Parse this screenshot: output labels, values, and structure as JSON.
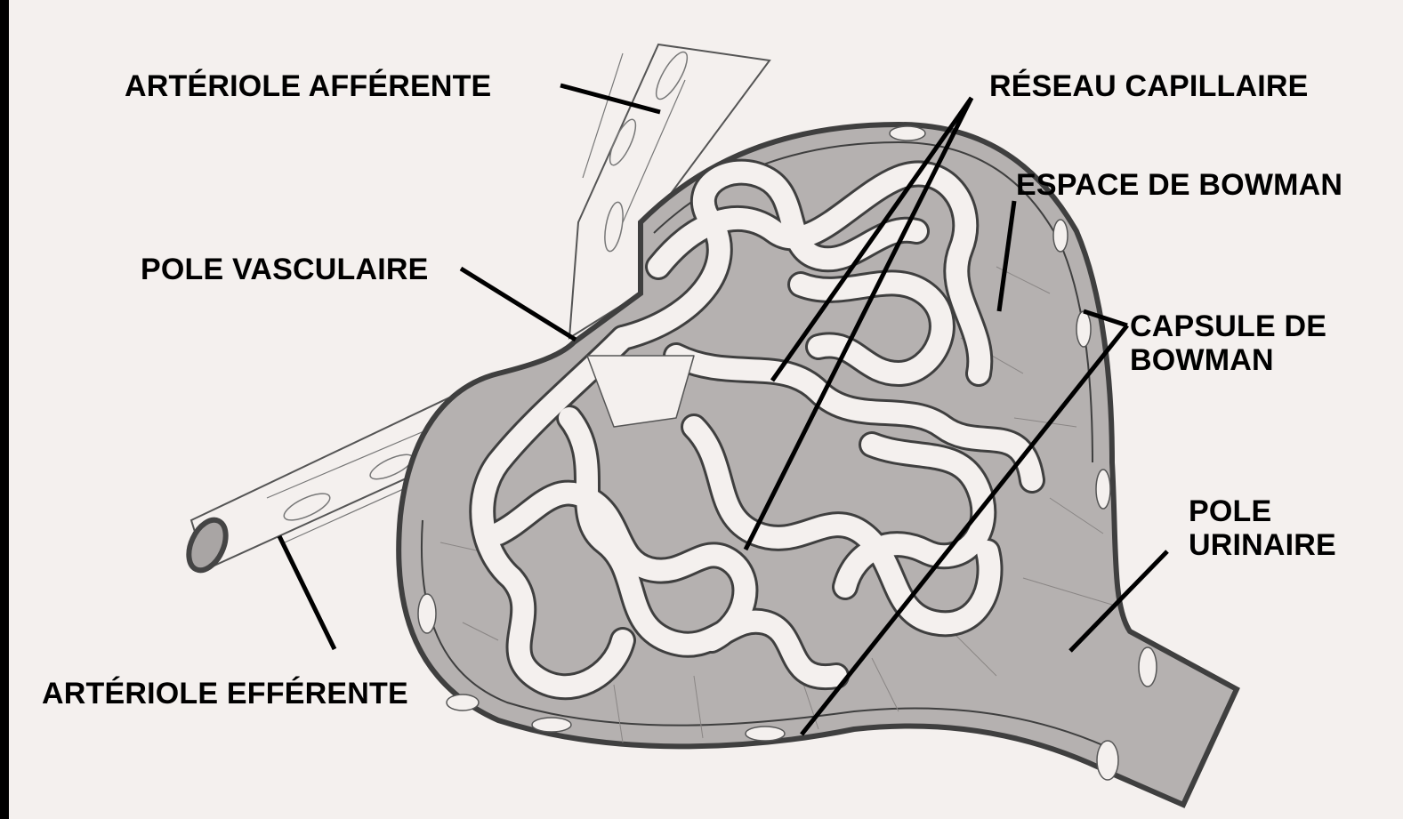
{
  "labels": {
    "arteriole_afferente": "ARTÉRIOLE AFFÉRENTE",
    "reseau_capillaire": "RÉSEAU CAPILLAIRE",
    "espace_de_bowman": "ESPACE DE BOWMAN",
    "pole_vasculaire": "POLE VASCULAIRE",
    "capsule_de_bowman": [
      "CAPSULE DE",
      "BOWMAN"
    ],
    "pole_urinaire": [
      "POLE",
      "URINAIRE"
    ],
    "arteriole_efferente": "ARTÉRIOLE EFFÉRENTE"
  },
  "colors": {
    "background": "#f4f0ee",
    "text": "#000000",
    "bowman_space": "#b5b1b0",
    "capsule_outline": "#3f3f3f",
    "capillary_fill": "#f4f0ee",
    "leader_line": "#000000"
  }
}
